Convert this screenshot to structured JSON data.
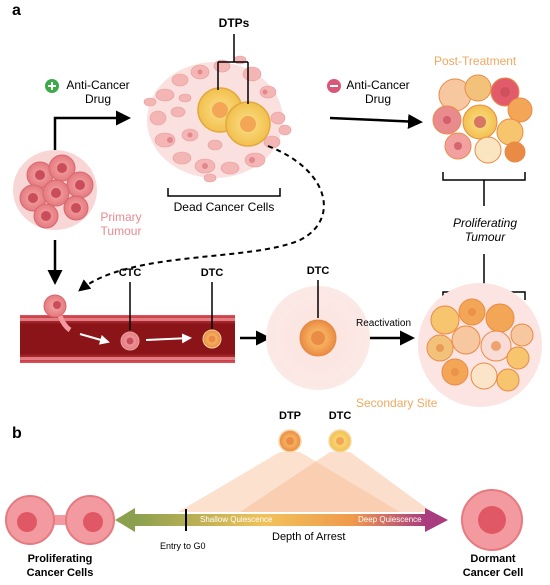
{
  "panel_a": {
    "label": "a",
    "dtps_label": "DTPs",
    "plus_drug": {
      "sign": "+",
      "line1": "Anti-Cancer",
      "line2": "Drug"
    },
    "minus_drug": {
      "sign": "−",
      "line1": "Anti-Cancer",
      "line2": "Drug"
    },
    "post_treatment": "Post-Treatment",
    "dead_cells": "Dead Cancer Cells",
    "primary_tumour": {
      "line1": "Primary",
      "line2": "Tumour"
    },
    "proliferating_tumour": {
      "line1": "Proliferating",
      "line2": "Tumour"
    },
    "ctc_label": "CTC",
    "dtc_label_vessel": "DTC",
    "dtc_label_site": "DTC",
    "reactivation": "Reactivation",
    "secondary_site": "Secondary Site"
  },
  "panel_b": {
    "label": "b",
    "dtp_label": "DTP",
    "dtc_label": "DTC",
    "shallow": "Shallow Quiescence",
    "deep": "Deep Quiescence",
    "entry": "Entry to G0",
    "depth": "Depth of Arrest",
    "proliferating_cells": {
      "line1": "Proliferating",
      "line2": "Cancer Cells"
    },
    "dormant_cell": {
      "line1": "Dormant",
      "line2": "Cancer Cell"
    }
  },
  "colors": {
    "pink_text": "#e88a8f",
    "orange_text": "#f0a860",
    "plus_green": "#3daa4a",
    "minus_pink": "#d9587a",
    "vessel_dark": "#8b1418",
    "vessel_red": "#c9343c"
  }
}
